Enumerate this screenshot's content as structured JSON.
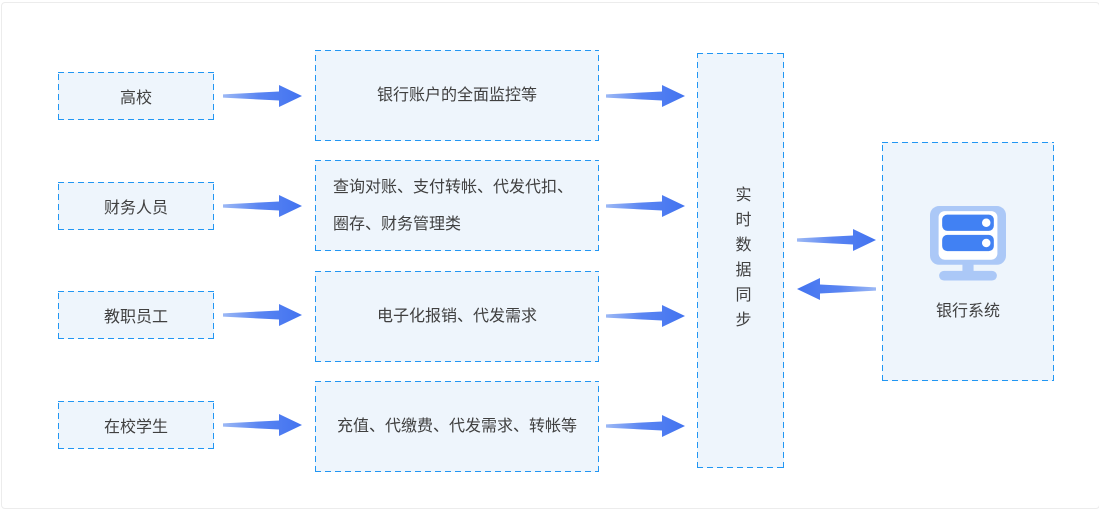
{
  "colors": {
    "canvas_bg": "#ffffff",
    "border_blue": "#2196f3",
    "box_fill": "#eef5fc",
    "arrow_blue": "#4e7cf1",
    "arrow_tail_blue": "#9db9f5",
    "text": "#404040",
    "icon_light": "#abc8f7",
    "icon_dark": "#4181f3"
  },
  "actors": [
    {
      "label": "高校"
    },
    {
      "label": "财务人员"
    },
    {
      "label": "教职员工"
    },
    {
      "label": "在校学生"
    }
  ],
  "services": [
    {
      "label": "银行账户的全面监控等"
    },
    {
      "label": "查询对账、支付转帐、代发代扣、圈存、财务管理类"
    },
    {
      "label": "电子化报销、代发需求"
    },
    {
      "label": "充值、代缴费、代发需求、转帐等"
    }
  ],
  "sync_channel": {
    "label": "实时数据同步"
  },
  "bank_system": {
    "label": "银行系统",
    "icon": "server-icon"
  }
}
